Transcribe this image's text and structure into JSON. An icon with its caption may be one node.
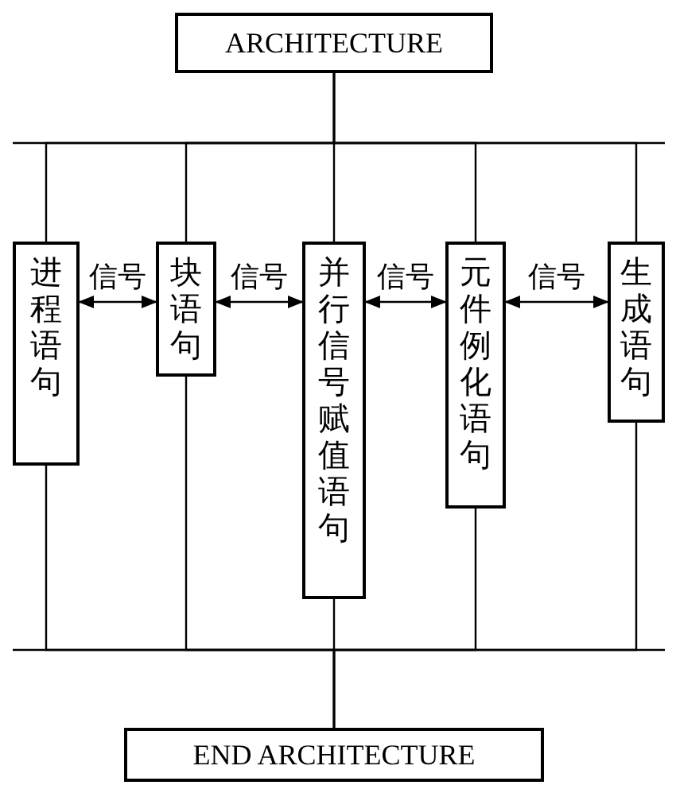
{
  "diagram": {
    "nodes": [
      {
        "text": [
          "ARCHITECTURE"
        ]
      },
      {
        "text": [
          "进程语句"
        ]
      },
      {
        "text": [
          "块语句"
        ]
      },
      {
        "text": [
          "并行信号赋值语句"
        ]
      },
      {
        "text": [
          "元件例化语句"
        ]
      },
      {
        "text": [
          "生成语句"
        ]
      },
      {
        "text": [
          "END ARCHITECTURE"
        ]
      }
    ],
    "edges": [
      {
        "from": 0,
        "to": 1,
        "arrow": "none"
      },
      {
        "from": 0,
        "to": 2,
        "arrow": "none"
      },
      {
        "from": 0,
        "to": 3,
        "arrow": "none"
      },
      {
        "from": 0,
        "to": 4,
        "arrow": "none"
      },
      {
        "from": 0,
        "to": 5,
        "arrow": "none"
      },
      {
        "from": 1,
        "to": 6,
        "arrow": "none"
      },
      {
        "from": 2,
        "to": 6,
        "arrow": "none"
      },
      {
        "from": 3,
        "to": 6,
        "arrow": "none"
      },
      {
        "from": 4,
        "to": 6,
        "arrow": "none"
      },
      {
        "from": 5,
        "to": 6,
        "arrow": "none"
      },
      {
        "from": 1,
        "to": 2,
        "arrow": "both",
        "label": "信号"
      },
      {
        "from": 2,
        "to": 3,
        "arrow": "both",
        "label": "信号"
      },
      {
        "from": 3,
        "to": 4,
        "arrow": "both",
        "label": "信号"
      },
      {
        "from": 4,
        "to": 5,
        "arrow": "both",
        "label": "信号"
      }
    ]
  }
}
